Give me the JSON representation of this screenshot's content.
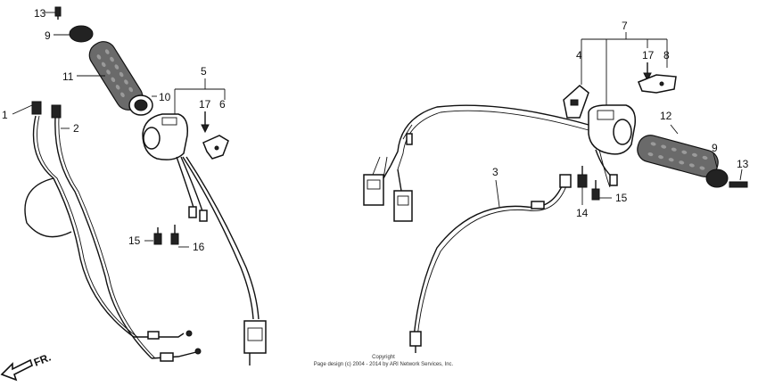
{
  "callouts": {
    "c1": "1",
    "c2": "2",
    "c3": "3",
    "c4": "4",
    "c5": "5",
    "c6": "6",
    "c7": "7",
    "c8": "8",
    "c9_left": "9",
    "c9_right": "9",
    "c10": "10",
    "c11": "11",
    "c12": "12",
    "c13_left": "13",
    "c13_right": "13",
    "c14": "14",
    "c15_left": "15",
    "c15_right": "15",
    "c16": "16",
    "c17_left": "17",
    "c17_right": "17"
  },
  "direction_marker": "FR.",
  "copyright": {
    "line1": "Copyright",
    "line2": "Page design (c) 2004 - 2014 by ARI Network Services, Inc."
  }
}
